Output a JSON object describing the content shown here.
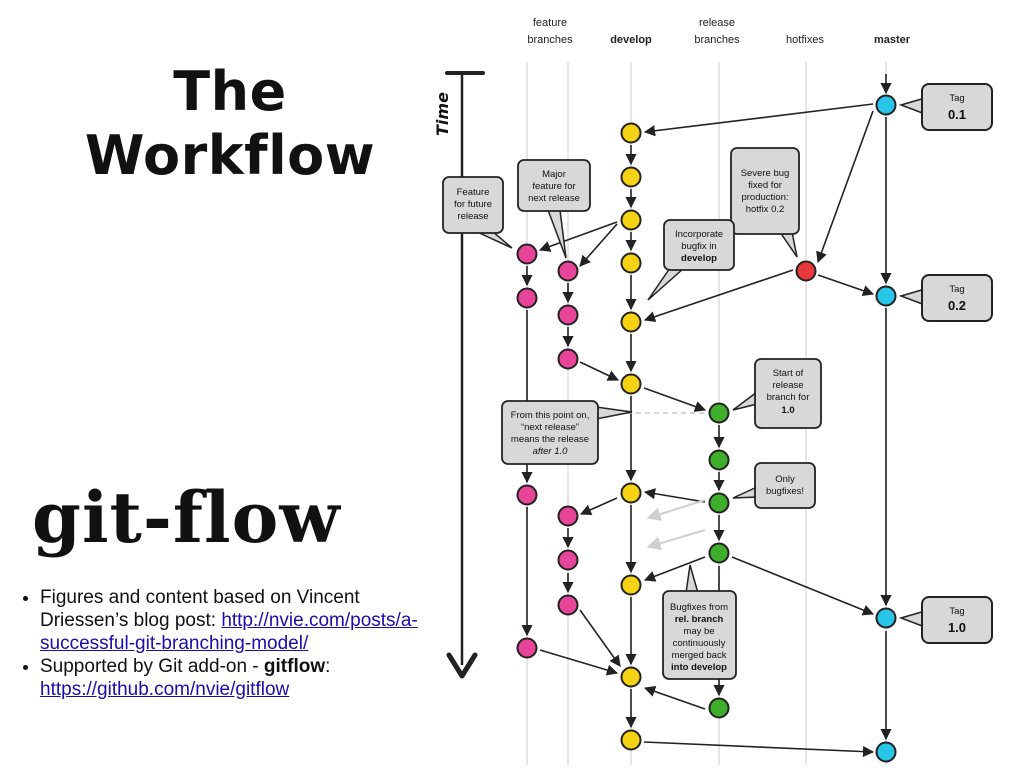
{
  "title": {
    "line1": "The",
    "line2": "Workflow"
  },
  "subtitle": "git-flow",
  "notes": {
    "item1_text": "Figures and content based on Vincent Driessen’s blog post:",
    "item1_link": "http://nvie.com/posts/a-successful-git-branching-model/",
    "item2_prefix": "Supported by Git add-on - ",
    "item2_bold": "gitflow",
    "item2_colon": ":",
    "item2_link": "https://github.com/nvie/gitflow"
  },
  "diagram": {
    "time_label": "Time",
    "lanes": [
      {
        "id": "feature",
        "line1": "feature",
        "line2": "branches",
        "bold": false
      },
      {
        "id": "develop",
        "line1": "",
        "line2": "develop",
        "bold": true
      },
      {
        "id": "release",
        "line1": "release",
        "line2": "branches",
        "bold": false
      },
      {
        "id": "hotfixes",
        "line1": "",
        "line2": "hotfixes",
        "bold": false
      },
      {
        "id": "master",
        "line1": "",
        "line2": "master",
        "bold": true
      }
    ],
    "colors": {
      "feature": "#e8449a",
      "develop": "#f5d312",
      "release": "#3fae2a",
      "hotfix": "#e8383b",
      "master": "#29c6ea"
    },
    "callouts": {
      "feature_future": [
        "Feature",
        "for future",
        "release"
      ],
      "major_feature": [
        "Major",
        "feature for",
        "next release"
      ],
      "severe_bug": [
        "Severe bug",
        "fixed for",
        "production:",
        "hotfix 0.2"
      ],
      "incorporate": [
        "Incorporate",
        "bugfix in",
        "develop"
      ],
      "start_release": [
        "Start of",
        "release",
        "branch for",
        "1.0"
      ],
      "next_release": [
        "From this point on,",
        "“next release”",
        "means the release",
        "after 1.0"
      ],
      "only_bugfixes": [
        "Only",
        "bugfixes!"
      ],
      "bugfixes_merged": [
        "Bugfixes from",
        "rel. branch",
        "may be",
        "continuously",
        "merged back",
        "into develop"
      ]
    },
    "tags": [
      {
        "label": "Tag",
        "value": "0.1"
      },
      {
        "label": "Tag",
        "value": "0.2"
      },
      {
        "label": "Tag",
        "value": "1.0"
      }
    ]
  }
}
